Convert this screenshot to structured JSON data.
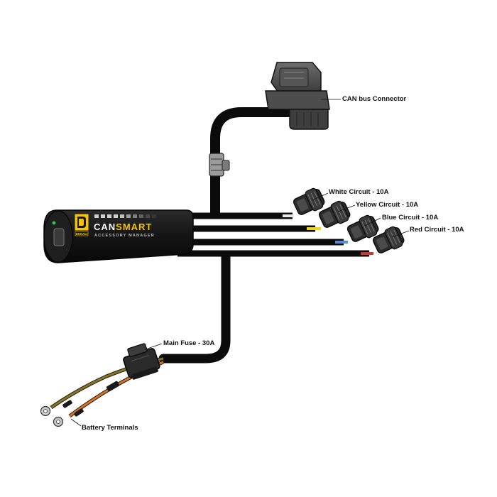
{
  "labels": {
    "can_bus_connector": "CAN bus Connector",
    "white_circuit": "White Circuit - 10A",
    "yellow_circuit": "Yellow Circuit - 10A",
    "blue_circuit": "Blue Circuit - 10A",
    "red_circuit": "Red Circuit - 10A",
    "main_fuse": "Main Fuse - 30A",
    "battery_terminals": "Battery Terminals"
  },
  "module": {
    "brand_can": "CAN",
    "brand_smart": "SMART",
    "subtitle": "ACCESSORY MANAGER",
    "logo_text": "DENALI"
  },
  "colors": {
    "cable": "#0b0b0b",
    "module_body": "#161616",
    "brand_yellow": "#f5c400",
    "white_wire": "#e8e8e8",
    "yellow_wire": "#f2d21c",
    "blue_wire": "#4f8fd6",
    "red_wire": "#c83a2a",
    "orange_wire": "#d8731e",
    "olive_wire": "#8a7420"
  }
}
